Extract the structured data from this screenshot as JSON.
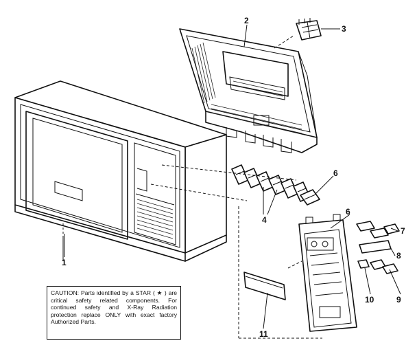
{
  "caution": {
    "text": "CAUTION: Parts identified by a STAR ( ★ ) are critical safety related components. For continued safety and X-Ray Radiation protection replace ONLY with exact factory Authorized Parts."
  },
  "callouts": {
    "c1": "1",
    "c2": "2",
    "c3": "3",
    "c4": "4",
    "c6a": "6",
    "c6b": "6",
    "c7": "7",
    "c8": "8",
    "c9": "9",
    "c10": "10",
    "c11": "11"
  }
}
